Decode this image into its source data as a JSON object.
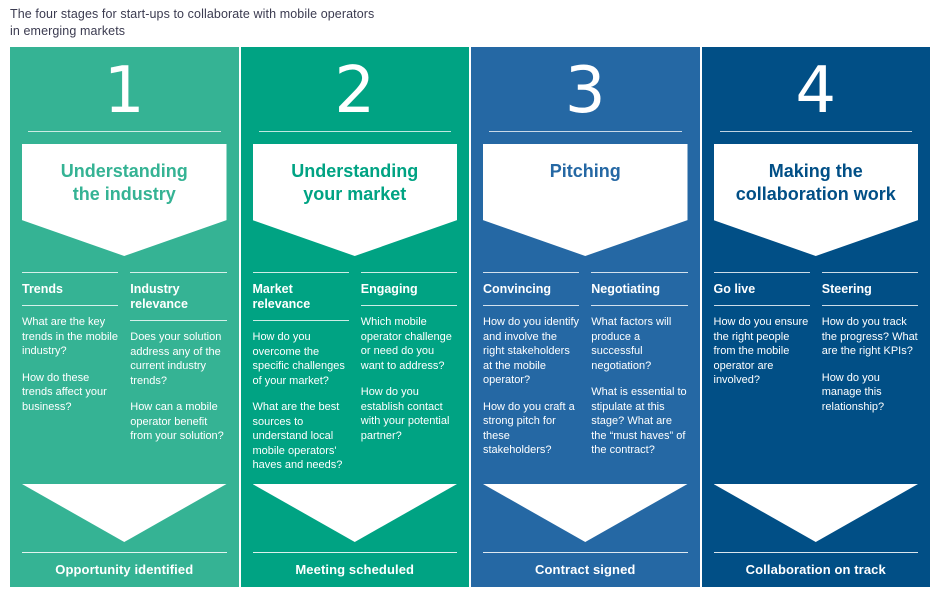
{
  "title": {
    "line1": "The four stages for start-ups to collaborate with mobile operators",
    "line2": "in emerging markets"
  },
  "colors": {
    "stage1": "#35b394",
    "stage2": "#00a383",
    "stage3": "#2568a4",
    "stage4": "#014f86",
    "title_text": "#3b3b50",
    "banner_text_green_light": "#35b394",
    "banner_text_green_dark": "#00a383",
    "banner_text_blue_mid": "#2568a4",
    "banner_text_blue_dark": "#014f86",
    "text_on_panel": "#ffffff"
  },
  "stages": [
    {
      "number": "1",
      "headline": "Understanding the industry",
      "headline_lines": [
        "Understanding",
        "the industry"
      ],
      "color": "#35b394",
      "headline_color": "#35b394",
      "subcolumns": [
        {
          "title": "Trends",
          "title_lines": [
            "Trends"
          ],
          "questions": [
            "What are the key trends in the mobile industry?",
            "How do these trends affect your business?"
          ]
        },
        {
          "title": "Industry relevance",
          "title_lines": [
            "Industry",
            "relevance"
          ],
          "questions": [
            "Does your solution address any of the current industry trends?",
            "How can a mobile operator benefit from your solution?"
          ]
        }
      ],
      "outcome": "Opportunity identified"
    },
    {
      "number": "2",
      "headline": "Understanding your market",
      "headline_lines": [
        "Understanding",
        "your market"
      ],
      "color": "#00a383",
      "headline_color": "#00a383",
      "subcolumns": [
        {
          "title": "Market relevance",
          "title_lines": [
            "Market",
            "relevance"
          ],
          "questions": [
            "How do you overcome the specific challenges of your market?",
            "What are the best sources to understand local mobile operators' haves and needs?"
          ]
        },
        {
          "title": "Engaging",
          "title_lines": [
            "Engaging"
          ],
          "questions": [
            "Which mobile operator challenge or need do you want to address?",
            "How do you establish contact with your potential partner?"
          ]
        }
      ],
      "outcome": "Meeting scheduled"
    },
    {
      "number": "3",
      "headline": "Pitching",
      "headline_lines": [
        "Pitching"
      ],
      "color": "#2568a4",
      "headline_color": "#2568a4",
      "subcolumns": [
        {
          "title": "Convincing",
          "title_lines": [
            "Convincing"
          ],
          "questions": [
            "How do you identify and involve the right stakeholders at the mobile operator?",
            "How do you craft a strong pitch for these stakeholders?"
          ]
        },
        {
          "title": "Negotiating",
          "title_lines": [
            "Negotiating"
          ],
          "questions": [
            "What factors will produce a successful negotiation?",
            "What is essential to stipulate at this stage? What are the “must haves” of the contract?"
          ]
        }
      ],
      "outcome": "Contract signed"
    },
    {
      "number": "4",
      "headline": "Making the collaboration work",
      "headline_lines": [
        "Making the",
        "collaboration work"
      ],
      "color": "#014f86",
      "headline_color": "#014f86",
      "subcolumns": [
        {
          "title": "Go live",
          "title_lines": [
            "Go live"
          ],
          "questions": [
            "How do you ensure the right people from the mobile operator are involved?"
          ]
        },
        {
          "title": "Steering",
          "title_lines": [
            "Steering"
          ],
          "questions": [
            "How do you track the progress? What are the right KPIs?",
            "How do you manage this relationship?"
          ]
        }
      ],
      "outcome": "Collaboration on track"
    }
  ]
}
